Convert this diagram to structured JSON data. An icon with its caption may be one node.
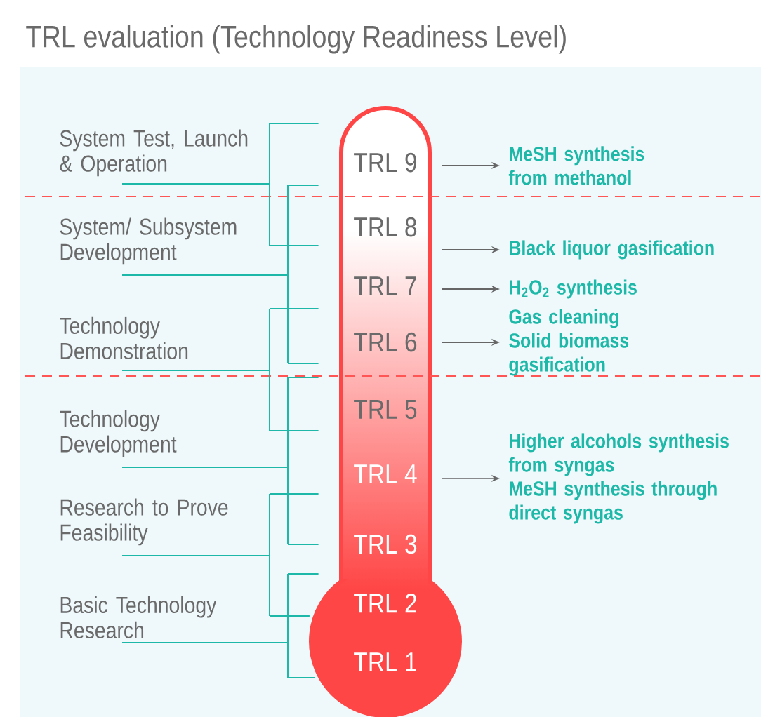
{
  "diagram": {
    "title": "TRL evaluation (Technology Readiness Level)",
    "nodes": [
      {
        "text": [],
        "shape": "thermometer"
      },
      {
        "text": [
          "System Test, Launch & Operation"
        ]
      },
      {
        "text": [
          "System/ Subsystem Development"
        ]
      },
      {
        "text": [
          "Technology Demonstration"
        ]
      },
      {
        "text": [
          "Technology Development"
        ]
      },
      {
        "text": [
          "Research to Prove Feasibility"
        ]
      },
      {
        "text": [
          "Basic Technology Research"
        ]
      },
      {
        "text": [
          "TRL 9"
        ],
        "in": 0
      },
      {
        "text": [
          "TRL 8"
        ],
        "in": 0
      },
      {
        "text": [
          "TRL 7"
        ],
        "in": 0
      },
      {
        "text": [
          "TRL 6"
        ],
        "in": 0
      },
      {
        "text": [
          "TRL 5"
        ],
        "in": 0
      },
      {
        "text": [
          "TRL 4"
        ],
        "in": 0
      },
      {
        "text": [
          "TRL 3"
        ],
        "in": 0
      },
      {
        "text": [
          "TRL 2"
        ],
        "in": 0
      },
      {
        "text": [
          "TRL 1"
        ],
        "in": 0
      },
      {
        "text": [
          "MeSH synthesis from methanol"
        ]
      },
      {
        "text": [
          "Black liquor gasification"
        ]
      },
      {
        "text": [
          "H$_{2}$O$_{2}$ synthesis"
        ]
      },
      {
        "text": [
          "Gas cleaning",
          "Solid biomass gasification"
        ]
      },
      {
        "text": [
          "Higher alcohols synthesis from syngas",
          "MeSH synthesis through direct syngas"
        ]
      }
    ],
    "edges": [
      {
        "from": 1,
        "to": 0,
        "arrow": "none"
      },
      {
        "from": 2,
        "to": 0,
        "arrow": "none"
      },
      {
        "from": 3,
        "to": 0,
        "arrow": "none"
      },
      {
        "from": 4,
        "to": 0,
        "arrow": "none"
      },
      {
        "from": 5,
        "to": 0,
        "arrow": "none"
      },
      {
        "from": 6,
        "to": 0,
        "arrow": "none"
      },
      {
        "from": 7,
        "to": 16,
        "arrow": "to",
        "color": "#666666"
      },
      {
        "from": 8,
        "to": 17,
        "arrow": "to",
        "color": "#666666"
      },
      {
        "from": 9,
        "to": 18,
        "arrow": "to",
        "color": "#666666"
      },
      {
        "from": 10,
        "to": 19,
        "arrow": "to",
        "color": "#666666"
      },
      {
        "from": 12,
        "to": 20,
        "arrow": "to",
        "color": "#666666"
      }
    ]
  }
}
